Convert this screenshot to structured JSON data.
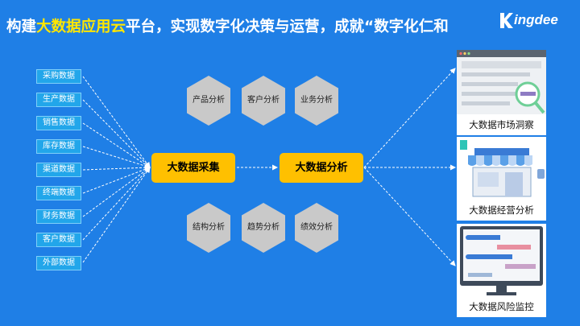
{
  "title": {
    "prefix": "构建",
    "highlight": "大数据应用云",
    "suffix": "平台，实现数字化决策与运营，成就“数字化仁和"
  },
  "brand": {
    "text": "ingdee"
  },
  "sources": [
    "采购数据",
    "生产数据",
    "销售数据",
    "库存数据",
    "渠道数据",
    "终端数据",
    "财务数据",
    "客户数据",
    "外部数据"
  ],
  "hubs": {
    "collect": "大数据采集",
    "analyze": "大数据分析"
  },
  "hexes_top": [
    "产品分析",
    "客户分析",
    "业务分析"
  ],
  "hexes_bottom": [
    "结构分析",
    "趋势分析",
    "绩效分析"
  ],
  "cards": [
    "大数据市场洞察",
    "大数据经营分析",
    "大数据风险监控"
  ],
  "colors": {
    "background": "#1f7fe6",
    "highlight": "#ffe600",
    "hub": "#ffc000",
    "source_box": "#22a6ea",
    "hexagon": "#c9c9c9"
  }
}
